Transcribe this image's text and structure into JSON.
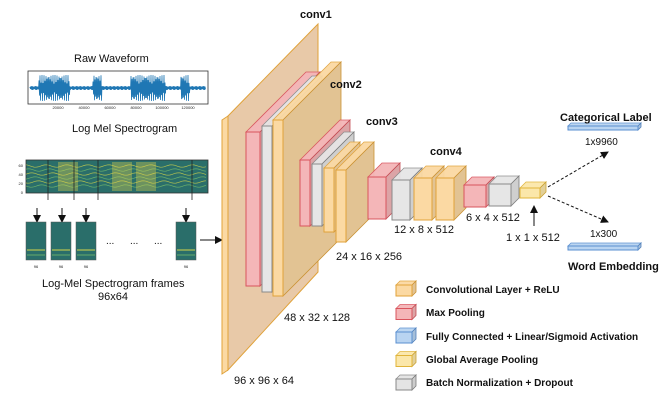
{
  "labels": {
    "raw_waveform": "Raw Waveform",
    "log_mel_spectrogram": "Log Mel Spectrogram",
    "frames_line1": "Log-Mel Spectrogram frames",
    "frames_line2": "96x64",
    "ellipsis": "...",
    "frame_tick": "96",
    "conv1": "conv1",
    "conv2": "conv2",
    "conv3": "conv3",
    "conv4": "conv4",
    "dim1": "96 x 96 x 64",
    "dim2": "48 x 32 x 128",
    "dim3": "24 x 16 x 256",
    "dim4": "12 x 8 x 512",
    "dim5": "6 x 4 x 512",
    "dim6": "1 x 1 x 512",
    "categorical_label": "Categorical Label",
    "categorical_dim": "1x9960",
    "word_embedding": "Word Embedding",
    "word_dim": "1x300"
  },
  "waveform_ticks": [
    "20000",
    "40000",
    "60000",
    "80000",
    "100000",
    "120000"
  ],
  "spectrogram_yticks": [
    "60",
    "40",
    "20",
    "0"
  ],
  "legend": [
    {
      "label": "Convolutional Layer + ReLU",
      "color": "#fbd9a3",
      "border": "#e0a23a"
    },
    {
      "label": "Max Pooling",
      "color": "#f4b6b8",
      "border": "#d9545d"
    },
    {
      "label": "Fully Connected +  Linear/Sigmoid Activation",
      "color": "#b9d4f1",
      "border": "#5a8fd0"
    },
    {
      "label": "Global Average Pooling",
      "color": "#fbe7aa",
      "border": "#e0b43a"
    },
    {
      "label": "Batch Normalization + Dropout",
      "color": "#e4e4e4",
      "border": "#888888"
    }
  ],
  "colors": {
    "conv_face": "#fbd9a3",
    "conv_edge": "#e0a23a",
    "pool_face": "#f4b6b8",
    "pool_edge": "#d9545d",
    "bn_face": "#e6e6e6",
    "bn_edge": "#8a8a8a",
    "gap_face": "#fbe7aa",
    "gap_edge": "#e0b43a",
    "fc_face": "#b9d4f1",
    "fc_edge": "#5a8fd0",
    "big_plane": "#e8c9a8",
    "waveform": "#1f77b4",
    "spectrogram": "#2a6e6a"
  }
}
